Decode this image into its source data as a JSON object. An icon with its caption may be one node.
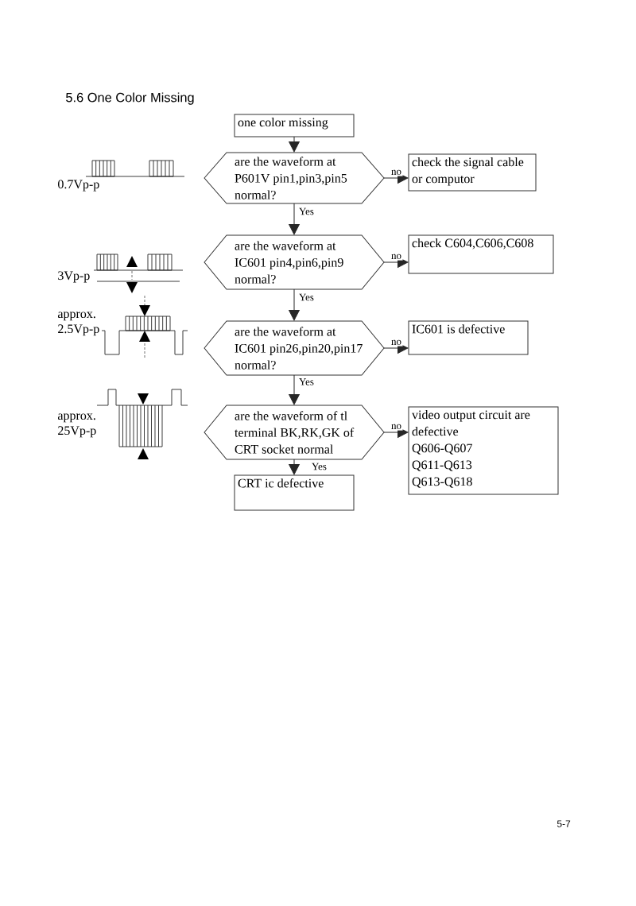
{
  "diagram": {
    "title": "5.6 One Color Missing",
    "nodes": [
      {
        "text": [
          "one color missing"
        ]
      },
      {
        "text": [
          "are the waveform at P601V pin1,pin3,pin5 normal?"
        ]
      },
      {
        "text": [
          "check the signal cable or computor"
        ]
      },
      {
        "text": [
          "are the waveform at IC601 pin4,pin6,pin9 normal?"
        ]
      },
      {
        "text": [
          "check C604,C606,C608"
        ]
      },
      {
        "text": [
          "are the waveform at IC601 pin26,pin20,pin17 normal?"
        ]
      },
      {
        "text": [
          "IC601 is defective"
        ]
      },
      {
        "text": [
          "are the waveform of tl terminal BK,RK,GK of CRT socket normal"
        ]
      },
      {
        "text": [
          "video output circuit are defective",
          "Q606-Q607",
          "Q611-Q613",
          "Q613-Q618"
        ]
      },
      {
        "text": [
          "CRT ic defective"
        ]
      }
    ],
    "edges": [
      {
        "from": 0,
        "to": 1,
        "arrow": "to"
      },
      {
        "from": 1,
        "to": 2,
        "arrow": "to",
        "label": "no"
      },
      {
        "from": 1,
        "to": 3,
        "arrow": "to",
        "label": "Yes"
      },
      {
        "from": 3,
        "to": 4,
        "arrow": "to",
        "label": "no"
      },
      {
        "from": 3,
        "to": 5,
        "arrow": "to",
        "label": "Yes"
      },
      {
        "from": 5,
        "to": 6,
        "arrow": "to",
        "label": "no"
      },
      {
        "from": 5,
        "to": 7,
        "arrow": "to",
        "label": "Yes"
      },
      {
        "from": 7,
        "to": 8,
        "arrow": "to",
        "label": "no"
      },
      {
        "from": 7,
        "to": 9,
        "arrow": "to",
        "label": "Yes"
      }
    ],
    "labels": [
      "0.7Vp-p",
      "3Vp-p",
      "approx. 2.5Vp-p",
      "approx. 25Vp-p",
      "5-7"
    ]
  }
}
